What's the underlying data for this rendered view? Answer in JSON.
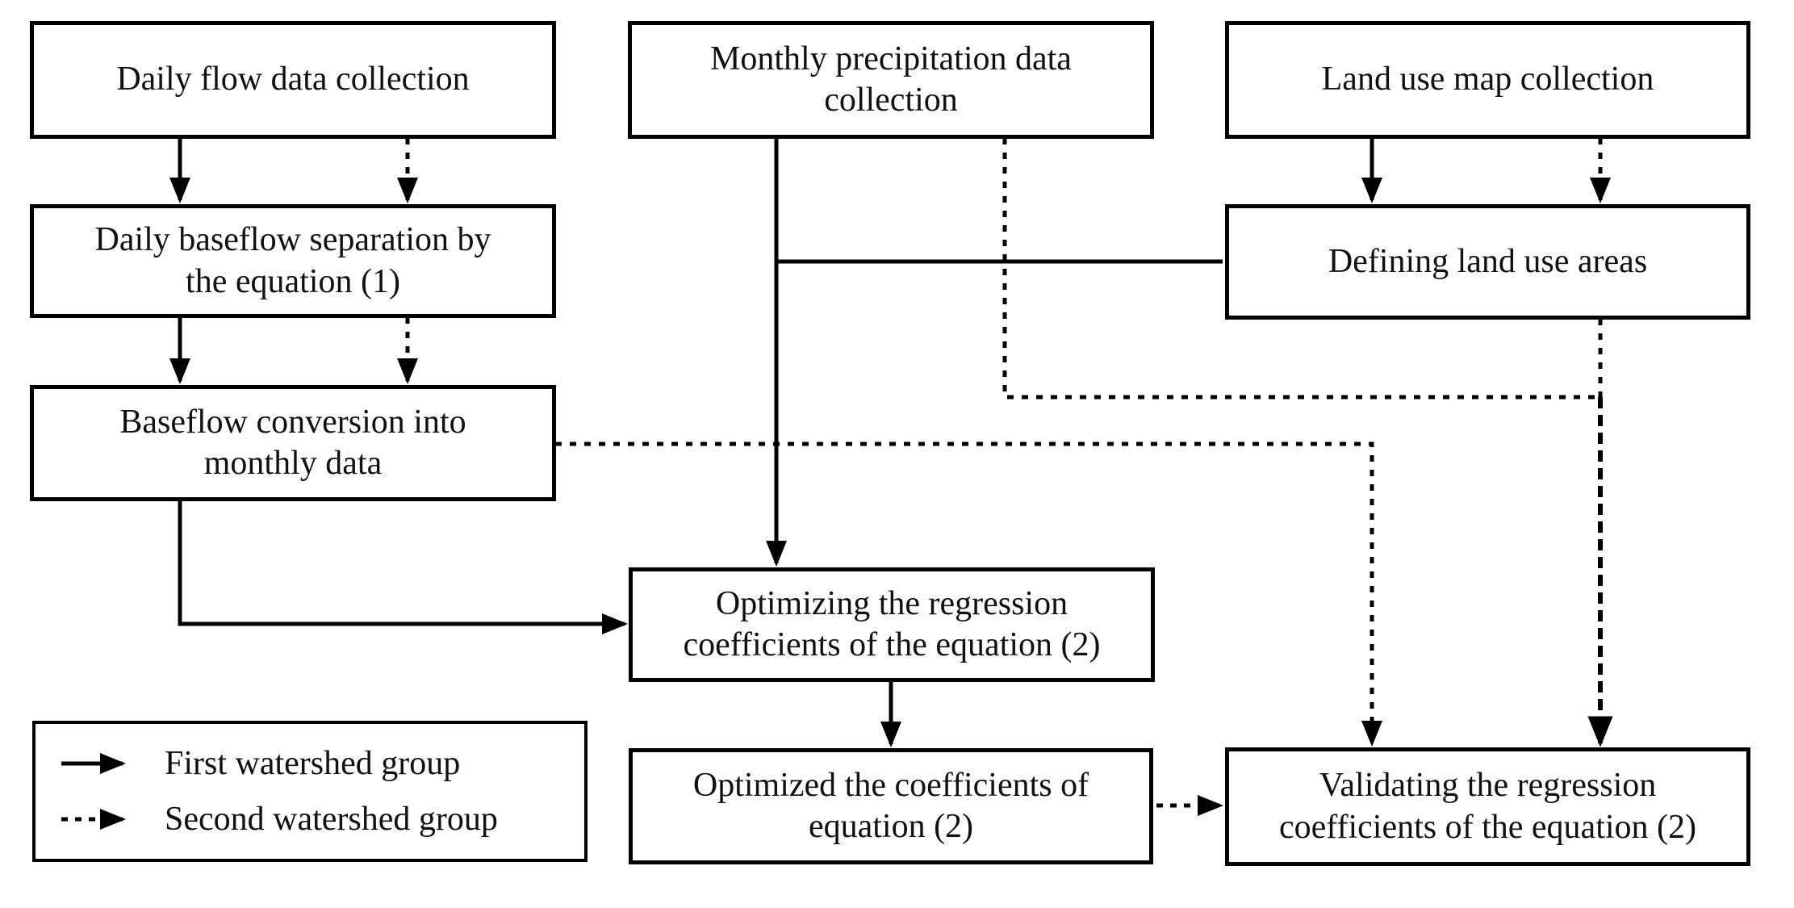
{
  "colors": {
    "line": "#000000",
    "text": "#111111",
    "box_background": "#ffffff",
    "page_background": "#ffffff"
  },
  "nodes": {
    "daily_flow": {
      "label": "Daily flow data collection"
    },
    "monthly_precip": {
      "label": "Monthly precipitation data collection"
    },
    "land_use_map": {
      "label": "Land use map collection"
    },
    "baseflow_separation": {
      "label": "Daily baseflow separation by the equation (1)"
    },
    "defining_land_use": {
      "label": "Defining land use areas"
    },
    "baseflow_conversion": {
      "label": "Baseflow conversion into monthly data"
    },
    "optimizing": {
      "label": "Optimizing the regression coefficients of the equation (2)"
    },
    "optimized": {
      "label": "Optimized the coefficients of equation (2)"
    },
    "validating": {
      "label": "Validating the regression coefficients of the equation (2)"
    }
  },
  "legend": {
    "first": {
      "label": "First watershed group",
      "style": "solid"
    },
    "second": {
      "label": "Second watershed group",
      "style": "dotted"
    }
  },
  "edges": [
    {
      "from": "daily_flow",
      "to": "baseflow_separation",
      "group": "first"
    },
    {
      "from": "daily_flow",
      "to": "baseflow_separation",
      "group": "second"
    },
    {
      "from": "land_use_map",
      "to": "defining_land_use",
      "group": "first"
    },
    {
      "from": "land_use_map",
      "to": "defining_land_use",
      "group": "second"
    },
    {
      "from": "monthly_precip",
      "to": "optimizing",
      "group": "first"
    },
    {
      "from": "monthly_precip",
      "to": "validating",
      "group": "second"
    },
    {
      "from": "defining_land_use",
      "to": "optimizing",
      "group": "first"
    },
    {
      "from": "defining_land_use",
      "to": "validating",
      "group": "second"
    },
    {
      "from": "baseflow_separation",
      "to": "baseflow_conversion",
      "group": "first"
    },
    {
      "from": "baseflow_separation",
      "to": "baseflow_conversion",
      "group": "second"
    },
    {
      "from": "baseflow_conversion",
      "to": "optimizing",
      "group": "first"
    },
    {
      "from": "baseflow_conversion",
      "to": "validating",
      "group": "second"
    },
    {
      "from": "optimizing",
      "to": "optimized",
      "group": "first"
    },
    {
      "from": "optimized",
      "to": "validating",
      "group": "second"
    }
  ]
}
